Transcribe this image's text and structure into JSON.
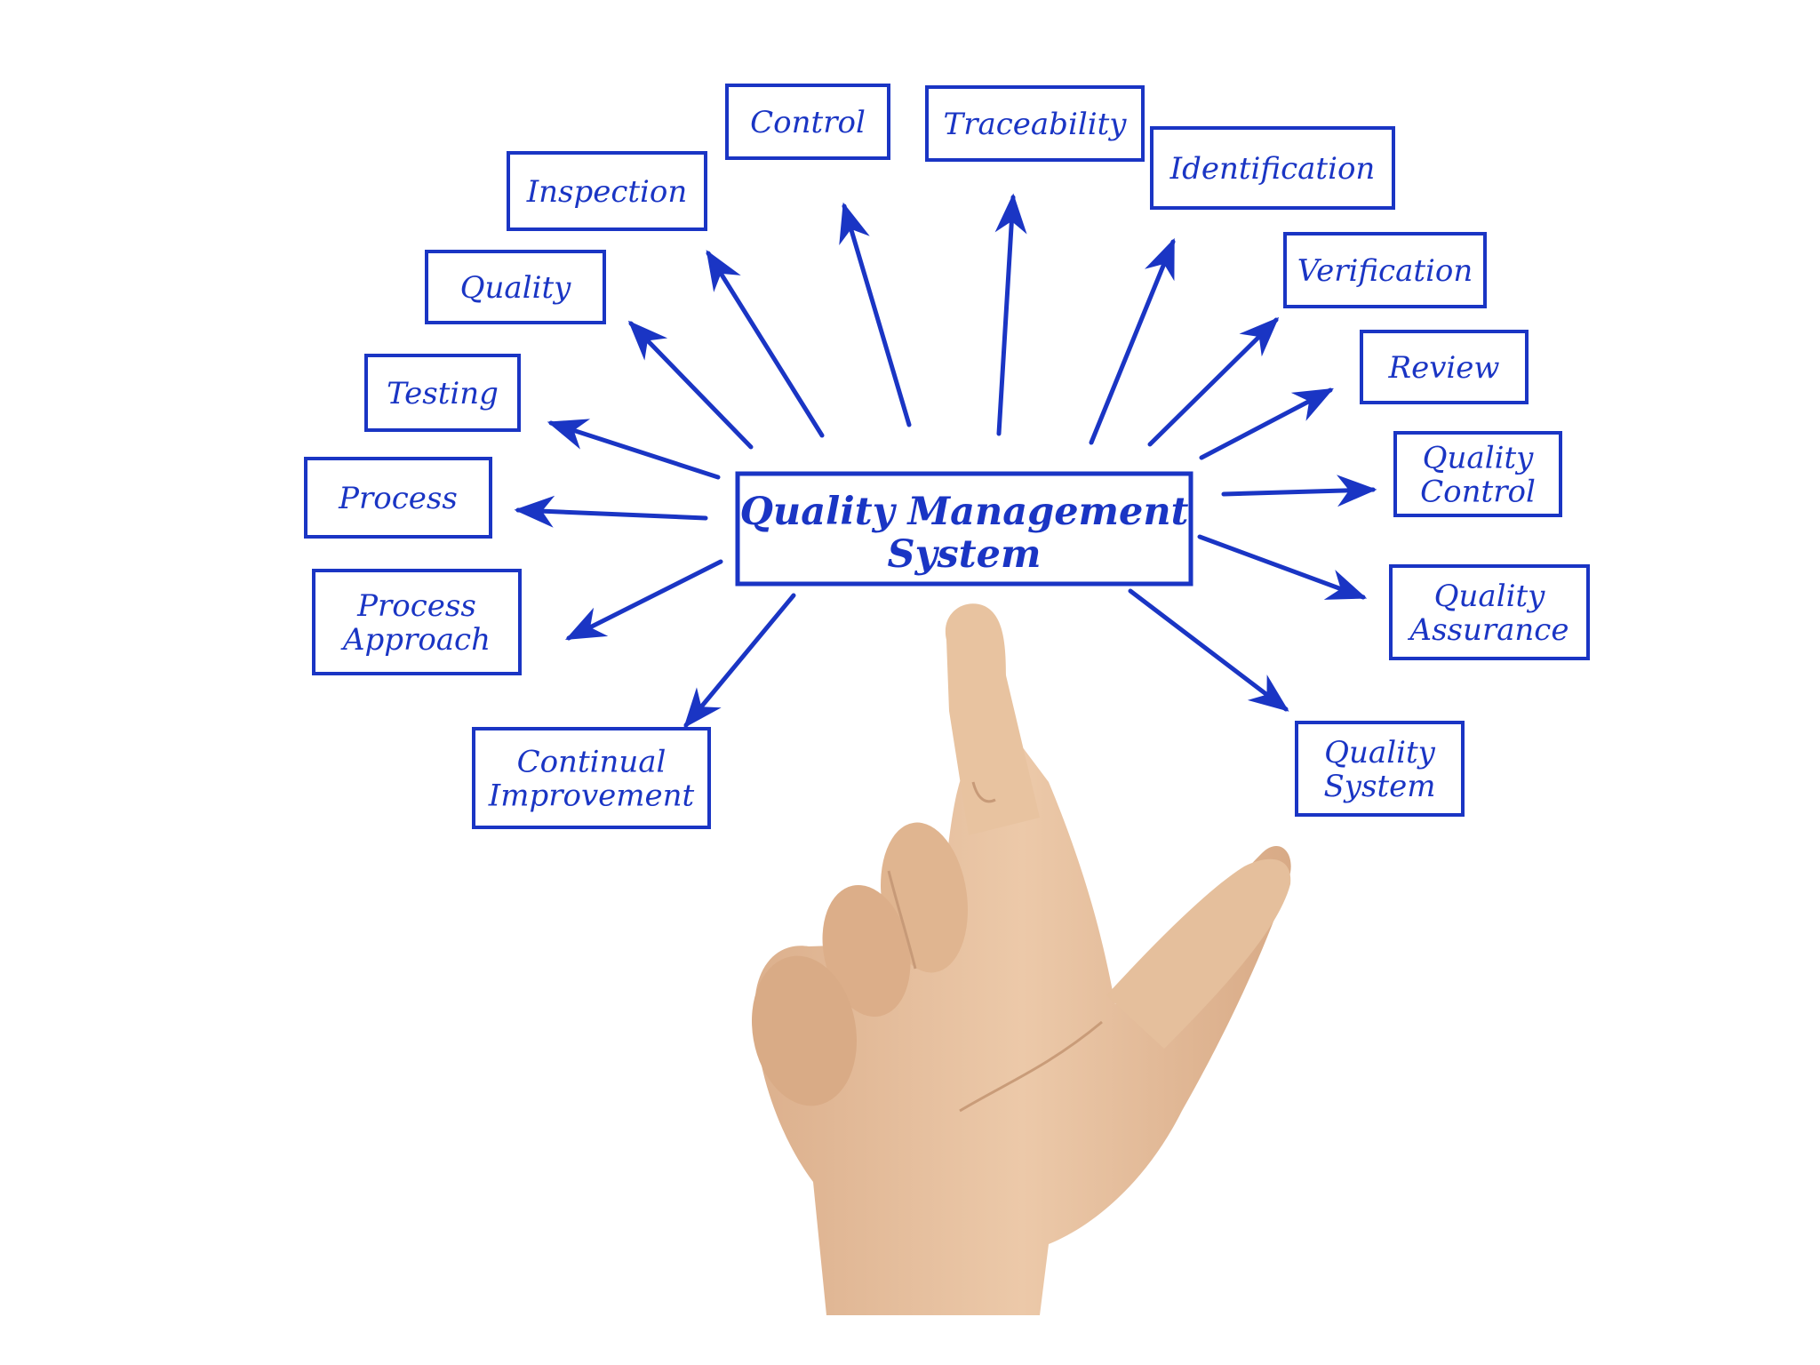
{
  "center": {
    "line1": "Quality Management",
    "line2": "System"
  },
  "items": [
    {
      "id": "control",
      "lines": [
        "Control"
      ]
    },
    {
      "id": "traceability",
      "lines": [
        "Traceability"
      ]
    },
    {
      "id": "identification",
      "lines": [
        "Identification"
      ]
    },
    {
      "id": "inspection",
      "lines": [
        "Inspection"
      ]
    },
    {
      "id": "quality",
      "lines": [
        "Quality"
      ]
    },
    {
      "id": "verification",
      "lines": [
        "Verification"
      ]
    },
    {
      "id": "testing",
      "lines": [
        "Testing"
      ]
    },
    {
      "id": "review",
      "lines": [
        "Review"
      ]
    },
    {
      "id": "process",
      "lines": [
        "Process"
      ]
    },
    {
      "id": "quality-control",
      "lines": [
        "Quality",
        "Control"
      ]
    },
    {
      "id": "process-approach",
      "lines": [
        "Process",
        "Approach"
      ]
    },
    {
      "id": "quality-assurance",
      "lines": [
        "Quality",
        "Assurance"
      ]
    },
    {
      "id": "continual-improvement",
      "lines": [
        "Continual",
        "Improvement"
      ]
    },
    {
      "id": "quality-system",
      "lines": [
        "Quality",
        "System"
      ]
    }
  ],
  "colors": {
    "ink": "#1a35c4",
    "skin": "#e7c4a2",
    "skin_shade": "#d2a47f",
    "background": "#ffffff"
  }
}
